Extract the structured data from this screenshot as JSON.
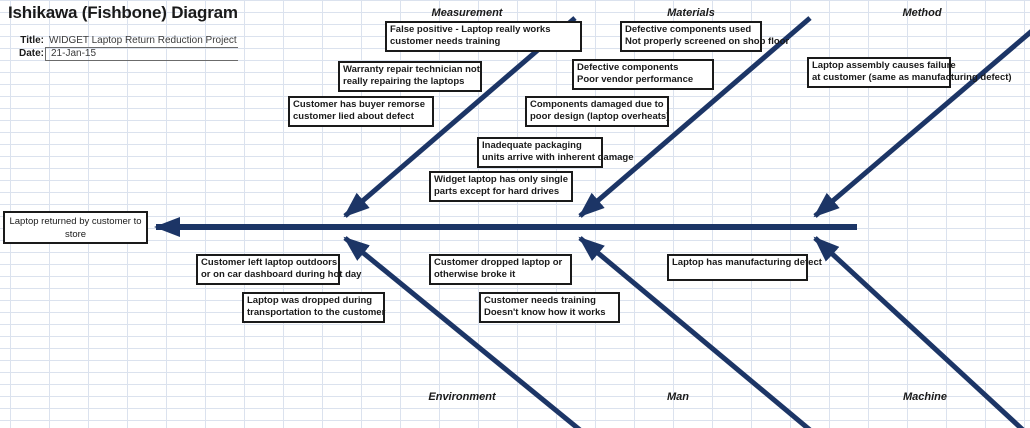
{
  "page_title": "Ishikawa (Fishbone) Diagram",
  "meta": {
    "title_label": "Title:",
    "title_value": "WIDGET Laptop Return Reduction Project",
    "date_label": "Date:",
    "date_value": "21-Jan-15"
  },
  "effect": {
    "text": "Laptop returned by customer to store"
  },
  "categories": {
    "measurement": {
      "label": "Measurement",
      "causes": {
        "false_positive": {
          "line1": "False positive - Laptop really works",
          "line2": "customer needs training"
        },
        "warranty": {
          "line1": "Warranty repair technician not",
          "line2": "really repairing the laptops"
        },
        "buyer_remorse": {
          "line1": "Customer has buyer remorse",
          "line2": "customer lied about defect"
        }
      }
    },
    "materials": {
      "label": "Materials",
      "causes": {
        "defective_used": {
          "line1": "Defective components used",
          "line2": "Not properly screened on shop floor"
        },
        "defective_components": {
          "line1": "Defective components",
          "line2": "Poor vendor performance"
        },
        "components_damaged": {
          "line1": "Components damaged due to",
          "line2": "poor design (laptop overheats)"
        },
        "inadequate_packaging": {
          "line1": "Inadequate packaging",
          "line2": "units arrive with inherent damage"
        },
        "widget_single_parts": {
          "line1": "Widget laptop has only single",
          "line2": "parts except for hard drives"
        }
      }
    },
    "method": {
      "label": "Method",
      "causes": {
        "laptop_assembly": {
          "line1": "Laptop assembly causes failure",
          "line2": "at customer (same as manufacturing defect)"
        }
      }
    },
    "environment": {
      "label": "Environment",
      "causes": {
        "customer_left_outdoors": {
          "line1": "Customer left laptop outdoors",
          "line2": "or on car dashboard during hot day"
        },
        "laptop_dropped_transport": {
          "line1": "Laptop was dropped during",
          "line2": "transportation to the customer"
        }
      }
    },
    "man": {
      "label": "Man",
      "causes": {
        "customer_dropped": {
          "line1": "Customer dropped laptop or",
          "line2": "otherwise broke it"
        },
        "customer_needs_training": {
          "line1": "Customer needs training",
          "line2": "Doesn't know how it works"
        }
      }
    },
    "machine": {
      "label": "Machine",
      "causes": {
        "manufacturing_defect": {
          "line1": "Laptop has manufacturing defect",
          "line2": ""
        }
      }
    }
  },
  "colors": {
    "bone": "#1c3566",
    "grid": "#dbe2ee",
    "box-border": "#1a1a1a"
  }
}
